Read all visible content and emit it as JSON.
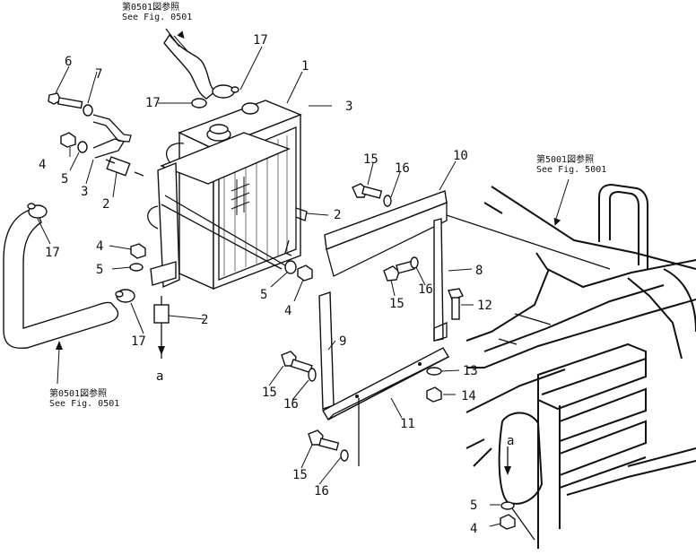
{
  "refs": [
    {
      "id": "ref-top",
      "jp": "第0501図参照",
      "en": "See Fig. 0501"
    },
    {
      "id": "ref-left",
      "jp": "第0501図参照",
      "en": "See Fig. 0501"
    },
    {
      "id": "ref-right",
      "jp": "第5001図参照",
      "en": "See Fig. 5001"
    }
  ],
  "callouts": [
    {
      "n": "1"
    },
    {
      "n": "2"
    },
    {
      "n": "2"
    },
    {
      "n": "2"
    },
    {
      "n": "3"
    },
    {
      "n": "3"
    },
    {
      "n": "4"
    },
    {
      "n": "4"
    },
    {
      "n": "4"
    },
    {
      "n": "4"
    },
    {
      "n": "5"
    },
    {
      "n": "5"
    },
    {
      "n": "5"
    },
    {
      "n": "5"
    },
    {
      "n": "6"
    },
    {
      "n": "7"
    },
    {
      "n": "8"
    },
    {
      "n": "9"
    },
    {
      "n": "10"
    },
    {
      "n": "11"
    },
    {
      "n": "12"
    },
    {
      "n": "13"
    },
    {
      "n": "14"
    },
    {
      "n": "15"
    },
    {
      "n": "15"
    },
    {
      "n": "15"
    },
    {
      "n": "15"
    },
    {
      "n": "16"
    },
    {
      "n": "16"
    },
    {
      "n": "16"
    },
    {
      "n": "16"
    },
    {
      "n": "17"
    },
    {
      "n": "17"
    },
    {
      "n": "17"
    },
    {
      "n": "17"
    }
  ],
  "markers": [
    {
      "label": "a"
    },
    {
      "label": "a"
    }
  ]
}
